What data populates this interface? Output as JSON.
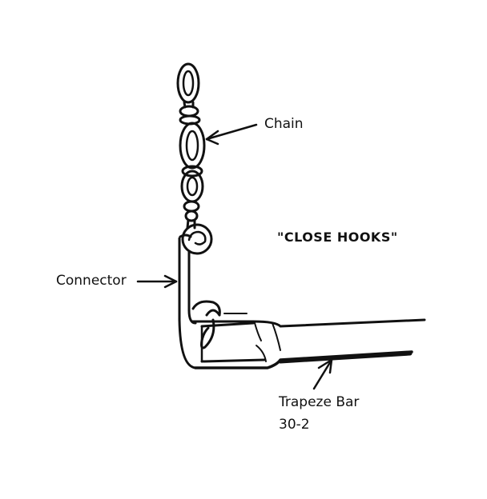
{
  "labels": {
    "chain": "Chain",
    "connector": "Connector",
    "note": "\"CLOSE HOOKS\"",
    "bar_name": "Trapeze Bar",
    "bar_code": "30-2"
  },
  "colors": {
    "ink": "#111111",
    "background": "#ffffff"
  }
}
